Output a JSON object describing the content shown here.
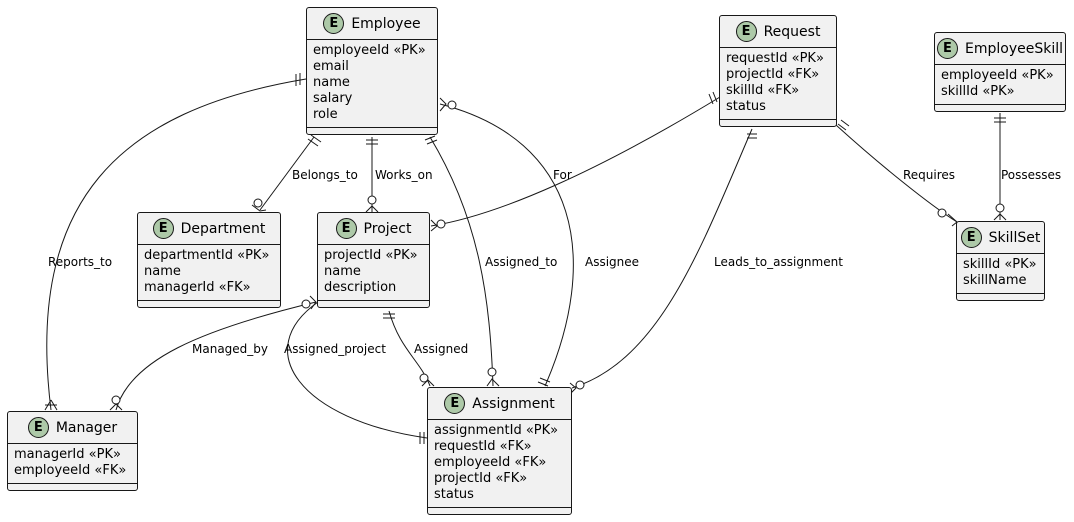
{
  "diagram": {
    "entities": [
      {
        "id": "employee",
        "name": "Employee",
        "badge": "E",
        "fields": [
          "employeeId «PK»",
          "email",
          "name",
          "salary",
          "role"
        ]
      },
      {
        "id": "request",
        "name": "Request",
        "badge": "E",
        "fields": [
          "requestId «PK»",
          "projectId «FK»",
          "skillId «FK»",
          "status"
        ]
      },
      {
        "id": "employeeskill",
        "name": "EmployeeSkill",
        "badge": "E",
        "fields": [
          "employeeId «PK»",
          "skillId «PK»"
        ]
      },
      {
        "id": "department",
        "name": "Department",
        "badge": "E",
        "fields": [
          "departmentId «PK»",
          "name",
          "managerId «FK»"
        ]
      },
      {
        "id": "project",
        "name": "Project",
        "badge": "E",
        "fields": [
          "projectId «PK»",
          "name",
          "description"
        ]
      },
      {
        "id": "skillset",
        "name": "SkillSet",
        "badge": "E",
        "fields": [
          "skillId «PK»",
          "skillName"
        ]
      },
      {
        "id": "manager",
        "name": "Manager",
        "badge": "E",
        "fields": [
          "managerId «PK»",
          "employeeId «FK»"
        ]
      },
      {
        "id": "assignment",
        "name": "Assignment",
        "badge": "E",
        "fields": [
          "assignmentId «PK»",
          "requestId «FK»",
          "employeeId «FK»",
          "projectId «FK»",
          "status"
        ]
      }
    ],
    "relationships": [
      {
        "id": "reports-to",
        "label": "Reports_to"
      },
      {
        "id": "belongs-to",
        "label": "Belongs_to"
      },
      {
        "id": "works-on",
        "label": "Works_on"
      },
      {
        "id": "assigned-to",
        "label": "Assigned_to"
      },
      {
        "id": "assignee",
        "label": "Assignee"
      },
      {
        "id": "for",
        "label": "For"
      },
      {
        "id": "leads-to-assignment",
        "label": "Leads_to_assignment"
      },
      {
        "id": "requires",
        "label": "Requires"
      },
      {
        "id": "possesses",
        "label": "Possesses"
      },
      {
        "id": "managed-by",
        "label": "Managed_by"
      },
      {
        "id": "assigned-project",
        "label": "Assigned_project"
      },
      {
        "id": "assigned",
        "label": "Assigned"
      }
    ]
  }
}
